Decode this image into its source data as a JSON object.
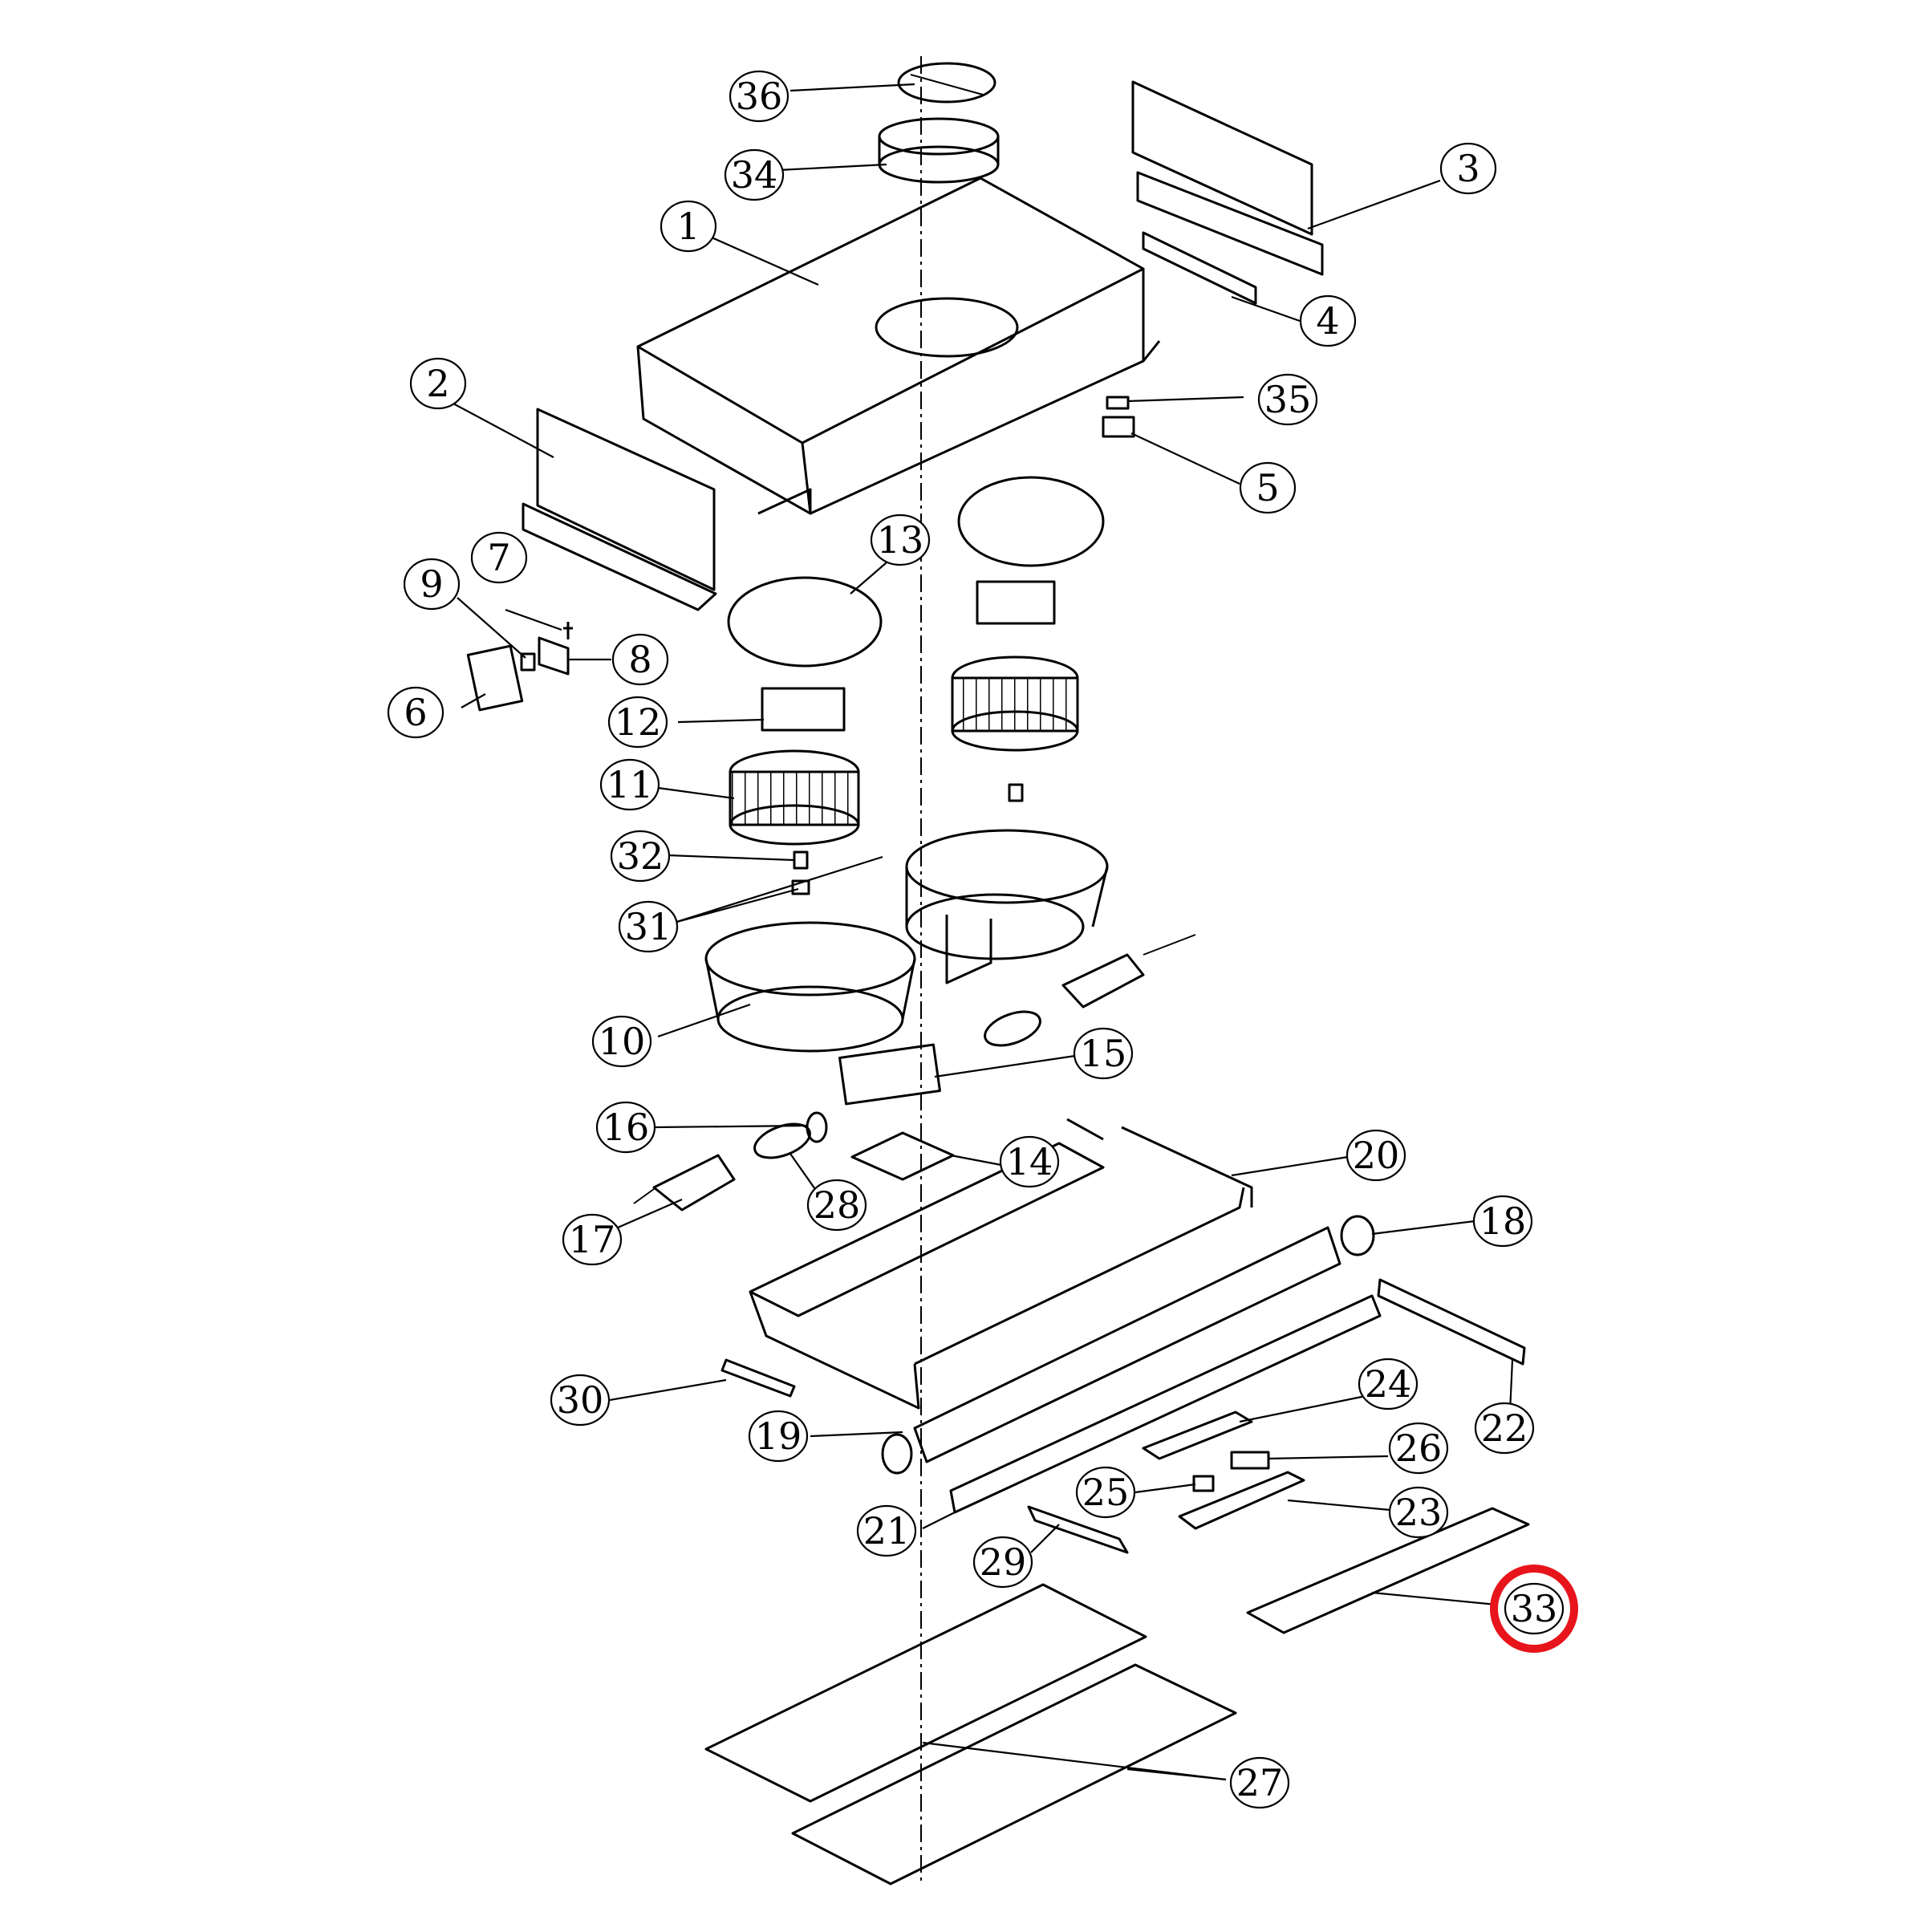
{
  "highlight_color": "#e8141b",
  "highlighted_part": "33",
  "callouts": [
    "1",
    "2",
    "3",
    "4",
    "5",
    "6",
    "7",
    "8",
    "9",
    "10",
    "11",
    "12",
    "13",
    "14",
    "15",
    "16",
    "17",
    "18",
    "19",
    "20",
    "21",
    "22",
    "23",
    "24",
    "25",
    "26",
    "27",
    "28",
    "29",
    "30",
    "31",
    "32",
    "33",
    "34",
    "35",
    "36"
  ]
}
